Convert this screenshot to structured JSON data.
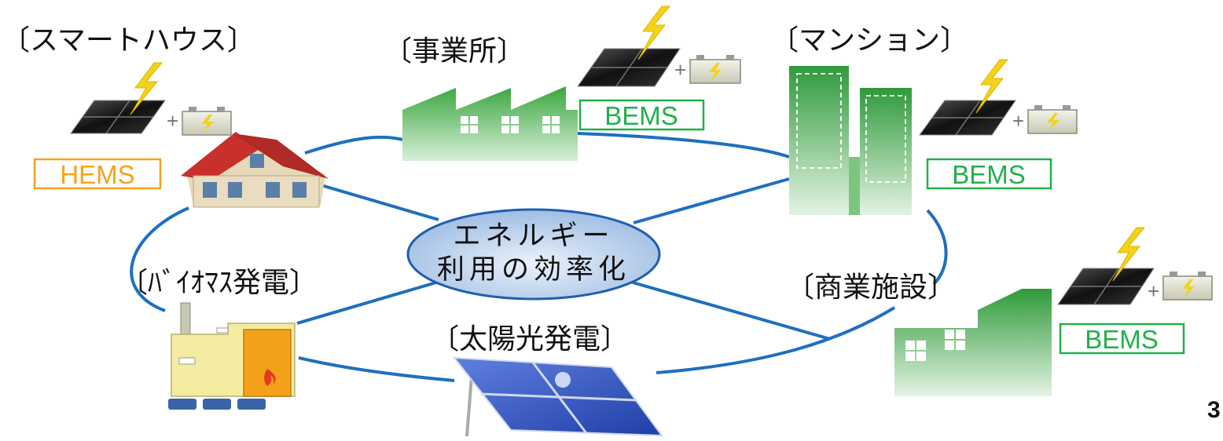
{
  "center": {
    "line1": "エネルギー",
    "line2": "利用の効率化"
  },
  "nodes": {
    "smart_house": {
      "label": "〔スマートハウス〕",
      "ems": "HEMS"
    },
    "office": {
      "label": "〔事業所〕",
      "ems": "BEMS"
    },
    "mansion": {
      "label": "〔マンション〕",
      "ems": "BEMS"
    },
    "biomass": {
      "label": "〔ﾊﾞｲｵﾏｽ発電〕"
    },
    "solar": {
      "label": "〔太陽光発電〕"
    },
    "commercial": {
      "label": "〔商業施設〕",
      "ems": "BEMS"
    }
  },
  "page_number": "3",
  "colors": {
    "ring": "#1f6fc0",
    "hems": "#f7a21b",
    "bems": "#21b04a",
    "building_green": "#3aa63f",
    "center_fill": "#bcd4f0"
  }
}
